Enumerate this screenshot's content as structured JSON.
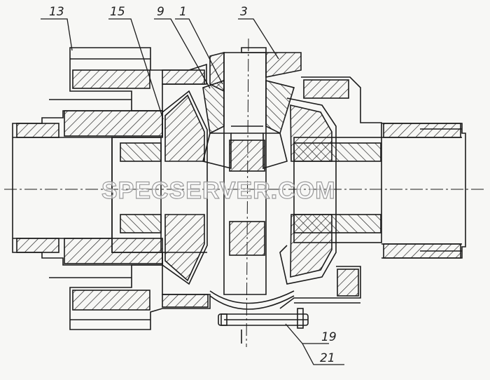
{
  "callouts": {
    "c13": "13",
    "c15": "15",
    "c9": "9",
    "c1": "1",
    "c3": "3",
    "c19": "19",
    "c21": "21"
  },
  "watermark": "SPECSERVER.COM",
  "colors": {
    "line": "#1c1c1c",
    "paper": "#f7f7f5"
  }
}
